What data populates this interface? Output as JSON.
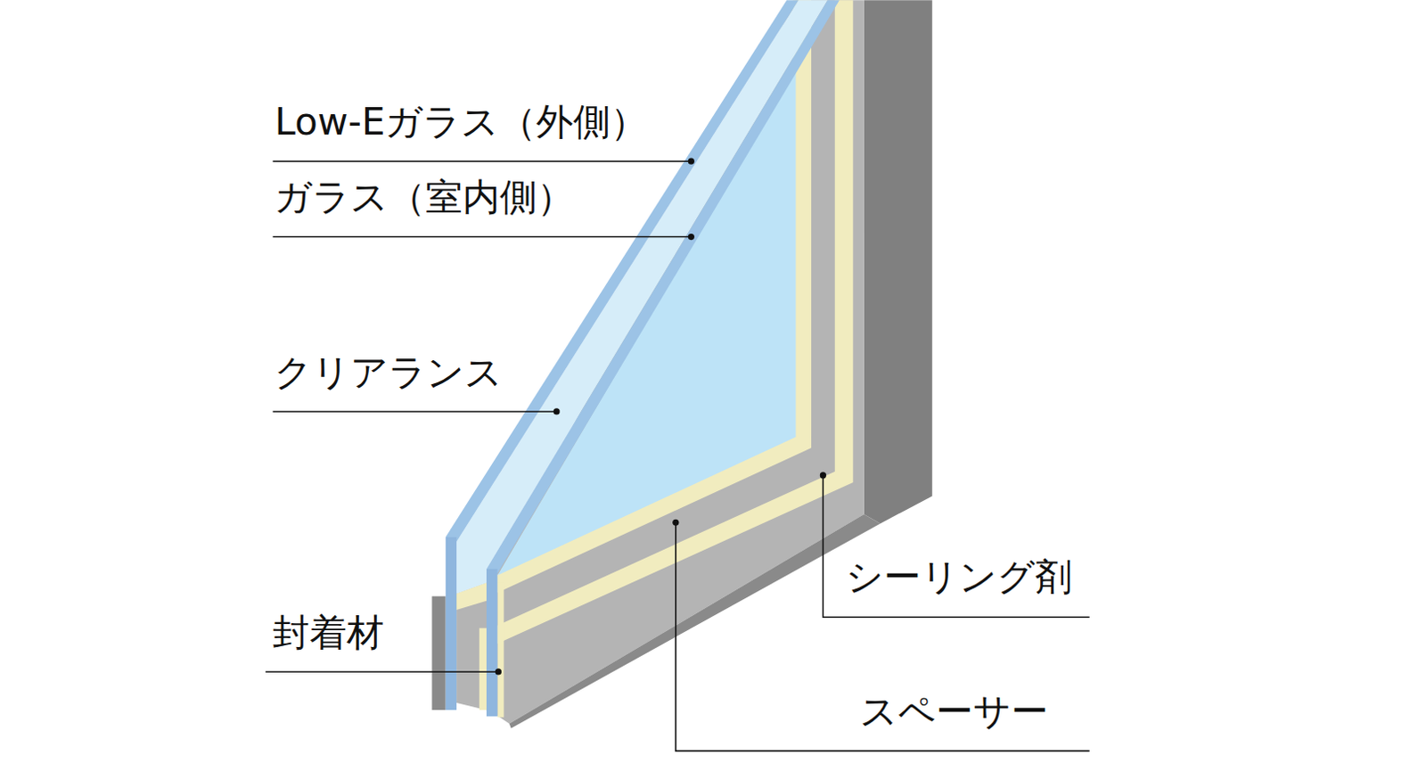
{
  "diagram": {
    "labels": [
      "Low-Eガラス（外側）",
      "ガラス（室内側）",
      "クリアランス",
      "封着材",
      "シーリング剤",
      "スペーサー"
    ]
  }
}
